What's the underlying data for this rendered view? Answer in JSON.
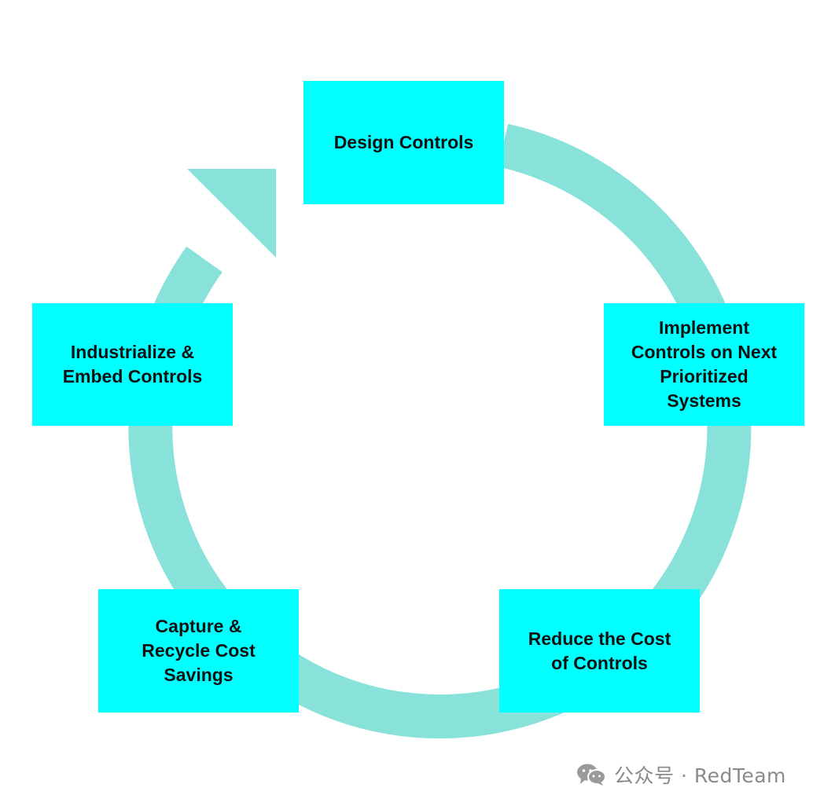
{
  "colors": {
    "box_fill": "#00ffff",
    "ring": "#88e2da",
    "text": "#111111",
    "watermark": "#8a8a8a"
  },
  "diagram": {
    "steps": [
      {
        "label": "Design Controls"
      },
      {
        "label": "Implement\nControls on Next\nPrioritized\nSystems"
      },
      {
        "label": "Reduce the Cost\nof Controls"
      },
      {
        "label": "Capture &\nRecycle Cost\nSavings"
      },
      {
        "label": "Industrialize &\nEmbed Controls"
      }
    ]
  },
  "watermark": {
    "icon": "wechat-icon",
    "text": "公众号 · RedTeam"
  }
}
